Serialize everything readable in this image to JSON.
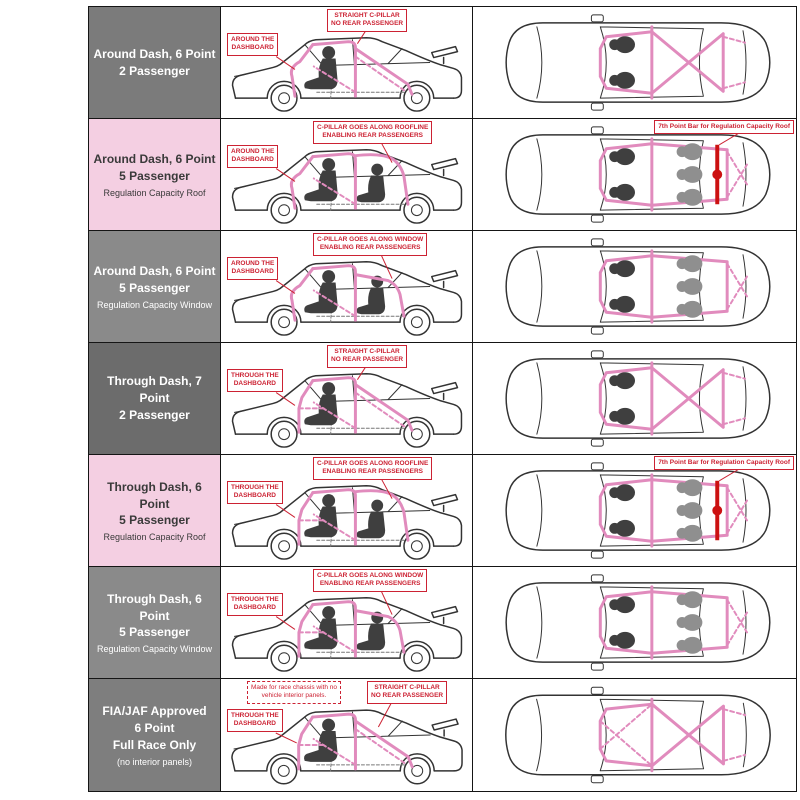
{
  "colors": {
    "callout_red": "#cc2233",
    "cage_pink": "#e18bbd",
    "bar_red": "#cc1111",
    "car_line": "#333333",
    "figure_dark": "#3f3f3f",
    "figure_light": "#8f8f8f"
  },
  "rows": [
    {
      "title": "Around Dash, 6 Point\n2 Passenger",
      "sub": "",
      "bg": "#7b7b7b",
      "fg": "#ffffff",
      "callout_dash": "AROUND THE\nDASHBOARD",
      "callout_pillar": "STRAIGHT C-PILLAR\nNO REAR PASSENGER"
    },
    {
      "title": "Around Dash, 6 Point\n5 Passenger",
      "sub": "Regulation Capacity Roof",
      "bg": "#f4cfe2",
      "fg": "#3a3a3a",
      "callout_dash": "AROUND THE\nDASHBOARD",
      "callout_pillar": "C-PILLAR GOES ALONG ROOFLINE\nENABLING REAR PASSENGERS",
      "callout_7th": "7th Point Bar for Regulation Capacity Roof"
    },
    {
      "title": "Around Dash, 6 Point\n5 Passenger",
      "sub": "Regulation Capacity Window",
      "bg": "#8a8a8a",
      "fg": "#ffffff",
      "callout_dash": "AROUND THE\nDASHBOARD",
      "callout_pillar": "C-PILLAR GOES ALONG WINDOW\nENABLING REAR PASSENGERS"
    },
    {
      "title": "Through Dash, 7 Point\n2 Passenger",
      "sub": "",
      "bg": "#6c6c6c",
      "fg": "#ffffff",
      "callout_dash": "THROUGH THE\nDASHBOARD",
      "callout_pillar": "STRAIGHT C-PILLAR\nNO REAR PASSENGER"
    },
    {
      "title": "Through Dash, 6 Point\n5 Passenger",
      "sub": "Regulation Capacity Roof",
      "bg": "#f4cfe2",
      "fg": "#3a3a3a",
      "callout_dash": "THROUGH THE\nDASHBOARD",
      "callout_pillar": "C-PILLAR GOES ALONG ROOFLINE\nENABLING REAR PASSENGERS",
      "callout_7th": "7th Point Bar for Regulation Capacity Roof"
    },
    {
      "title": "Through Dash, 6 Point\n5 Passenger",
      "sub": "Regulation Capacity Window",
      "bg": "#8a8a8a",
      "fg": "#ffffff",
      "callout_dash": "THROUGH THE\nDASHBOARD",
      "callout_pillar": "C-PILLAR GOES ALONG WINDOW\nENABLING REAR PASSENGERS"
    },
    {
      "title": "FIA/JAF Approved\n6 Point\nFull Race Only",
      "sub": "(no interior panels)",
      "bg": "#7e7e7e",
      "fg": "#ffffff",
      "note": "Made for race chassis with no\nvehicle interior panels.",
      "callout_dash": "THROUGH THE\nDASHBOARD",
      "callout_pillar": "STRAIGHT C-PILLAR\nNO REAR PASSENGER"
    }
  ]
}
